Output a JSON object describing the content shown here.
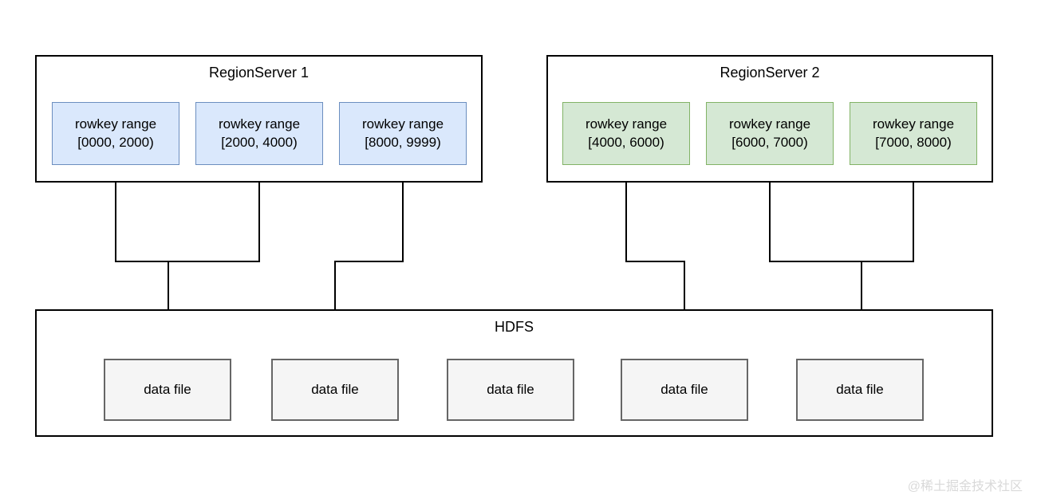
{
  "region_servers": [
    {
      "title": "RegionServer 1",
      "regions": [
        {
          "name": "rowkey range",
          "range": "[0000, 2000)"
        },
        {
          "name": "rowkey range",
          "range": "[2000, 4000)"
        },
        {
          "name": "rowkey range",
          "range": "[8000, 9999)"
        }
      ]
    },
    {
      "title": "RegionServer 2",
      "regions": [
        {
          "name": "rowkey range",
          "range": "[4000, 6000)"
        },
        {
          "name": "rowkey range",
          "range": "[6000, 7000)"
        },
        {
          "name": "rowkey range",
          "range": "[7000, 8000)"
        }
      ]
    }
  ],
  "hdfs": {
    "title": "HDFS",
    "data_files": [
      {
        "label": "data file"
      },
      {
        "label": "data file"
      },
      {
        "label": "data file"
      },
      {
        "label": "data file"
      },
      {
        "label": "data file"
      }
    ]
  },
  "watermark": "@稀土掘金技术社区",
  "colors": {
    "region-blue-fill": "#dae8fc",
    "region-blue-border": "#6c8ebf",
    "region-green-fill": "#d5e8d4",
    "region-green-border": "#82b366",
    "file-fill": "#f5f5f5",
    "file-border": "#666666",
    "line": "#000000",
    "watermark": "#d9d9d9"
  }
}
